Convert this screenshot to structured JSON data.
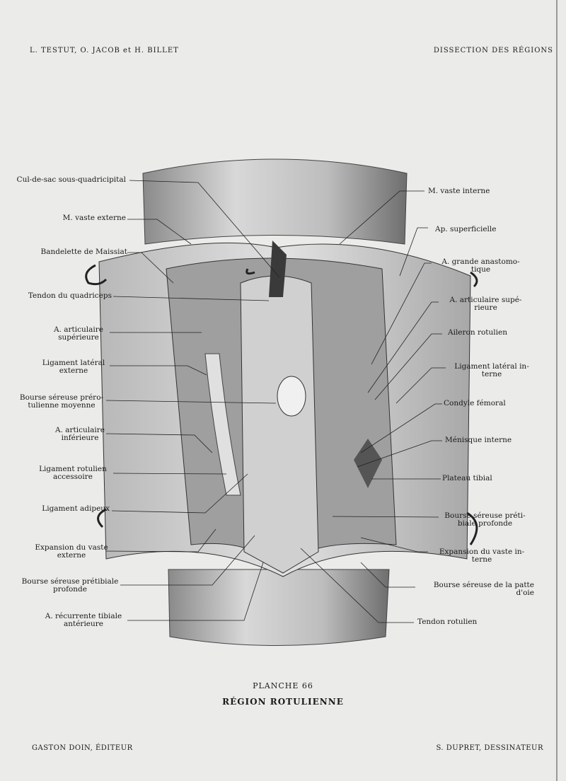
{
  "header": {
    "authors": "L. TESTUT, O. JACOB et H. BILLET",
    "section": "DISSECTION DES RÉGIONS"
  },
  "labels_left": [
    "Cul-de-sac sous-quadricipital",
    "M. vaste externe",
    "Bandelette de Maissiat",
    "Tendon du quadriceps",
    "A. articulaire\nsupérieure",
    "Ligament latéral\nexterne",
    "Bourse séreuse prérо-\ntulienne moyenne",
    "A. articulaire\ninférieure",
    "Ligament rotulien\naccessoire",
    "Ligament adipeux",
    "Expansion du vaste\nexterne",
    "Bourse séreuse prétibiale\nprofonde",
    "A. récurrente tibiale\nantérieure"
  ],
  "labels_right": [
    "M. vaste interne",
    "Ap. superficielle",
    "A. grande anastomo-\ntique",
    "A. articulaire supé-\nrieure",
    "Aileron rotulien",
    "Ligament latéral in-\nterne",
    "Condyle fémoral",
    "Ménisque interne",
    "Plateau tibial",
    "Bourse séreuse préti-\nbiale profonde",
    "Expansion du vaste in-\nterne",
    "Bourse séreuse de la patte\nd'oie",
    "Tendon rotulien"
  ],
  "caption": {
    "plate": "PLANCHE 66",
    "title": "RÉGION ROTULIENNE"
  },
  "footer": {
    "publisher": "GASTON DOIN, ÉDITEUR",
    "artist": "S. DUPRET, DESSINATEUR"
  }
}
